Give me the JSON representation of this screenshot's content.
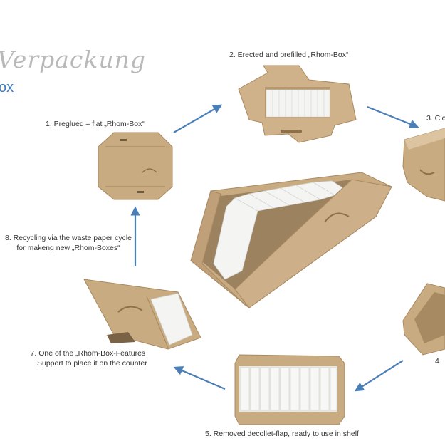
{
  "header": {
    "script_title": "Verpackung",
    "subtitle": "ox"
  },
  "steps": [
    {
      "text": "1. Preglued – flat „Rhom-Box“"
    },
    {
      "text": "2. Erected and prefilled „Rhom-Box“"
    },
    {
      "text": "3. Clo"
    },
    {
      "text": "4."
    },
    {
      "text": "5. Removed decollet-flap, ready to use in shelf"
    },
    {
      "line1": "7. One of the „Rhom-Box-Features",
      "line2": "Support to place it on the counter"
    },
    {
      "line1": "8. Recycling via the waste paper cycle",
      "line2": "for makeng new „Rhom-Boxes“"
    }
  ],
  "colors": {
    "arrow": "#4a7fb8",
    "cardboard": "#c9ab82",
    "cardboard_dark": "#a88a62",
    "cardboard_light": "#dcc4a0",
    "tissue": "#f4f4f2",
    "title_script": "#b9b9b9",
    "title_blue": "#3c7bbd"
  }
}
